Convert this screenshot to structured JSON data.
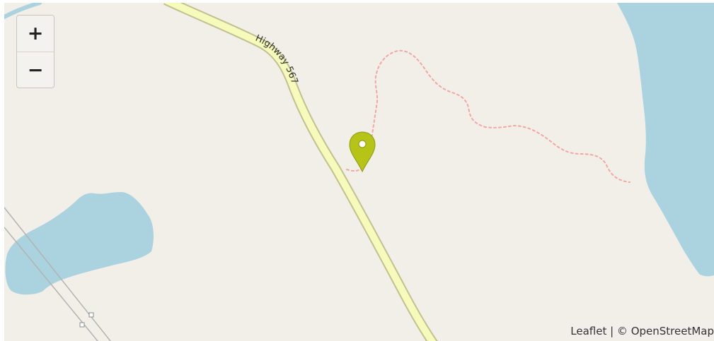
{
  "map": {
    "road_label": "Highway 567",
    "colors": {
      "land": "#f2efe9",
      "water": "#aad3df",
      "road_fill": "#f6fabb",
      "road_casing": "#c2c08f",
      "trail": "#f3a6a2",
      "rail": "#b3b3b3",
      "marker": "#b5c417"
    }
  },
  "controls": {
    "zoom_in_label": "+",
    "zoom_out_label": "−"
  },
  "attribution": {
    "leaflet": "Leaflet",
    "separator": " | © ",
    "osm": "OpenStreetMap"
  },
  "marker": {
    "icon": "map-pin-icon"
  }
}
